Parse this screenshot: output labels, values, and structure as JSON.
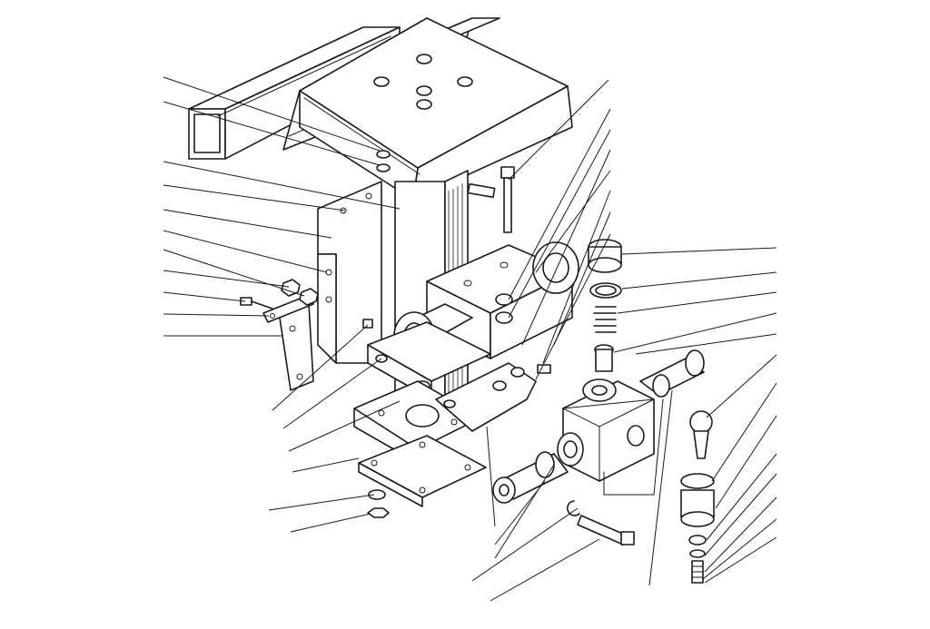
{
  "diagram": {
    "kind": "exploded-assembly-drawing",
    "ink_color": "#1a1a1a",
    "paper_color": "#ffffff",
    "leader_count_left": 17,
    "leader_count_top_right": 8,
    "leader_count_right": 13,
    "leader_count_bottom": 6
  }
}
